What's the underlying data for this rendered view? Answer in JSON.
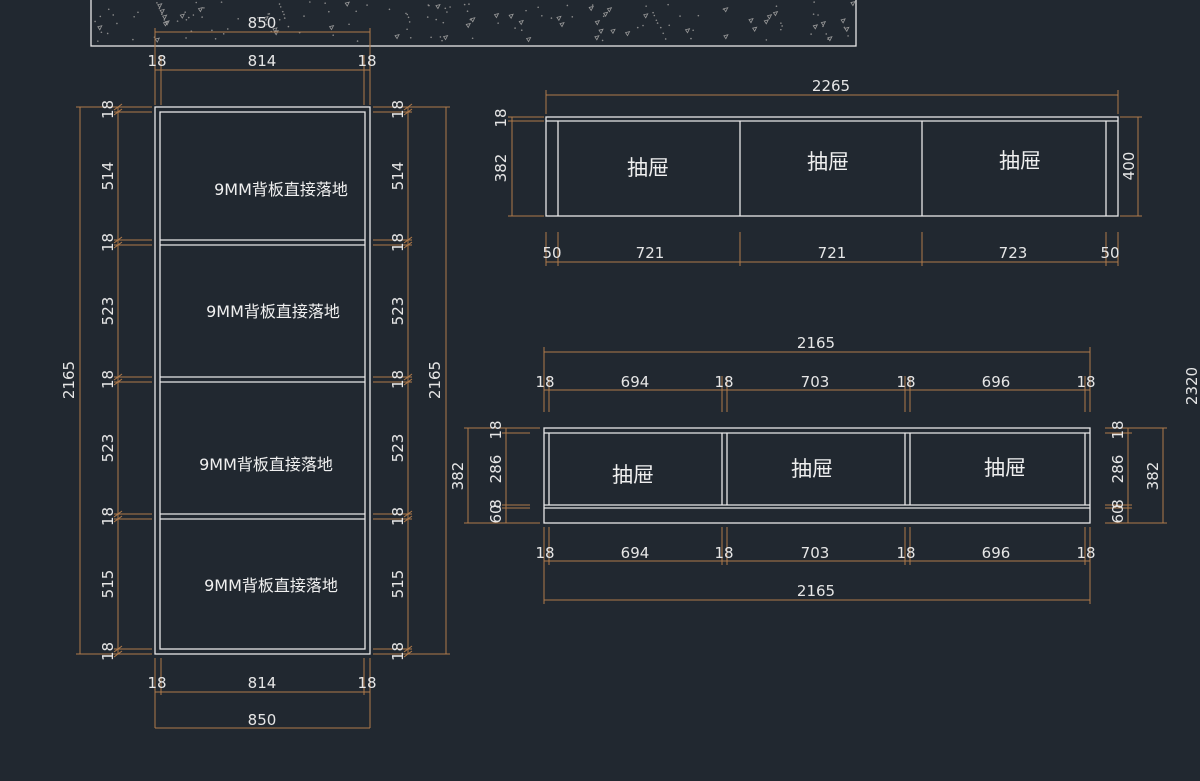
{
  "colors": {
    "background": "#212830",
    "lines": "#e8e8e8",
    "dimensions": "#b07a4a"
  },
  "front_elevation": {
    "top_width": "850",
    "inner_top": [
      "18",
      "814",
      "18"
    ],
    "left_heights": [
      "18",
      "514",
      "18",
      "523",
      "18",
      "523",
      "18",
      "515",
      "18"
    ],
    "total_height": "2165",
    "panel_labels": [
      "9MM背板直接落地",
      "9MM背板直接落地",
      "9MM背板直接落地",
      "9MM背板直接落地"
    ],
    "inner_bottom": [
      "18",
      "814",
      "18"
    ],
    "bottom_width": "850"
  },
  "drawer_unit_top": {
    "total_width": "2265",
    "heights": [
      "18",
      "382"
    ],
    "overall_height": "400",
    "drawer_labels": [
      "抽屉",
      "抽屉",
      "抽屉"
    ],
    "bottom_dims": [
      "50",
      "721",
      "721",
      "723",
      "50"
    ]
  },
  "drawer_unit_bottom": {
    "total_width": "2165",
    "top_dims": [
      "18",
      "694",
      "18",
      "703",
      "18",
      "696",
      "18"
    ],
    "left_heights": [
      "18",
      "286",
      "60",
      "8"
    ],
    "overall_height": "382",
    "drawer_labels": [
      "抽屉",
      "抽屉",
      "抽屉"
    ],
    "bottom_dims": [
      "18",
      "694",
      "18",
      "703",
      "18",
      "696",
      "18"
    ],
    "bottom_total": "2165"
  },
  "side_dim": "2320"
}
